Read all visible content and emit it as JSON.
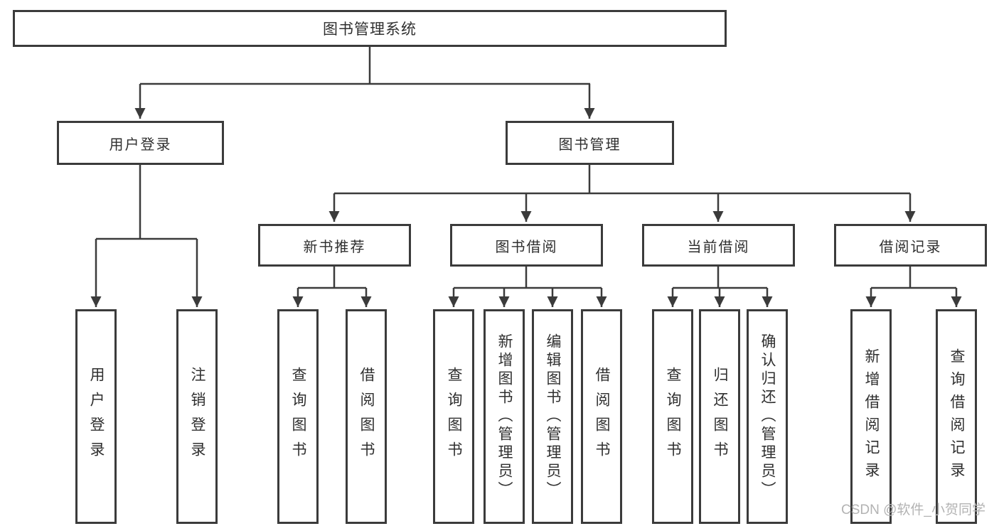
{
  "diagram": {
    "watermark": "CSDN @软件_小贺同学",
    "colors": {
      "line": "#3b3b3b",
      "box_border": "#3b3b3b",
      "text": "#2f2f2f",
      "background": "#ffffff",
      "watermark_text": "#b3b3b3"
    },
    "root": {
      "label": "图书管理系统"
    },
    "level2": [
      {
        "label": "用户登录"
      },
      {
        "label": "图书管理"
      }
    ],
    "level3": [
      {
        "label": "新书推荐"
      },
      {
        "label": "图书借阅"
      },
      {
        "label": "当前借阅"
      },
      {
        "label": "借阅记录"
      }
    ],
    "leaves": {
      "user_login": [
        {
          "label": "用户登录"
        },
        {
          "label": "注销登录"
        }
      ],
      "new_book": [
        {
          "label": "查询图书"
        },
        {
          "label": "借阅图书"
        }
      ],
      "book_borrow": [
        {
          "label": "查询图书"
        },
        {
          "label": "新增图书（管理员）"
        },
        {
          "label": "编辑图书（管理员）"
        },
        {
          "label": "借阅图书"
        }
      ],
      "current_borrow": [
        {
          "label": "查询图书"
        },
        {
          "label": "归还图书"
        },
        {
          "label": "确认归还（管理员）"
        }
      ],
      "borrow_record": [
        {
          "label": "新增借阅记录"
        },
        {
          "label": "查询借阅记录"
        }
      ]
    }
  }
}
